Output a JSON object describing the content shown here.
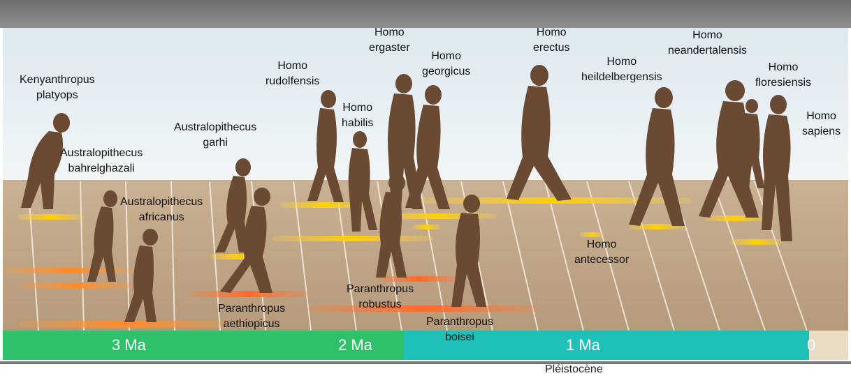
{
  "timeline": {
    "ticks": [
      "3 Ma",
      "2 Ma",
      "1 Ma",
      "0"
    ],
    "epoch": "Pléistocène",
    "colors": {
      "green": "#2ec16a",
      "teal": "#1fc0b8",
      "tan": "#e8dcc4"
    }
  },
  "species": [
    {
      "name": "Kenyanthropus",
      "sub": "platyops"
    },
    {
      "name": "Australopithecus",
      "sub": "bahrelghazali"
    },
    {
      "name": "Australopithecus",
      "sub": "africanus"
    },
    {
      "name": "Australopithecus",
      "sub": "garhi"
    },
    {
      "name": "Paranthropus",
      "sub": "aethiopicus"
    },
    {
      "name": "Homo",
      "sub": "rudolfensis"
    },
    {
      "name": "Homo",
      "sub": "habilis"
    },
    {
      "name": "Homo",
      "sub": "ergaster"
    },
    {
      "name": "Homo",
      "sub": "georgicus"
    },
    {
      "name": "Paranthropus",
      "sub": "robustus"
    },
    {
      "name": "Paranthropus",
      "sub": "boisei"
    },
    {
      "name": "Homo",
      "sub": "erectus"
    },
    {
      "name": "Homo",
      "sub": "antecessor"
    },
    {
      "name": "Homo",
      "sub": "heildelbergensis"
    },
    {
      "name": "Homo",
      "sub": "neandertalensis"
    },
    {
      "name": "Homo",
      "sub": "floresiensis"
    },
    {
      "name": "Homo",
      "sub": "sapiens"
    }
  ]
}
